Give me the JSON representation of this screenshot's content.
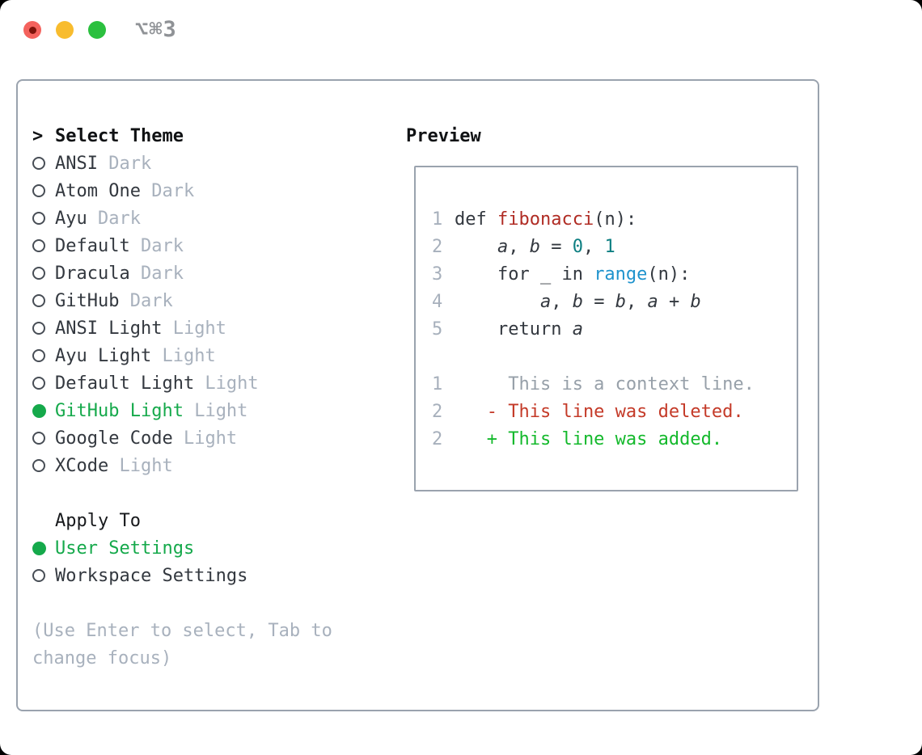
{
  "window": {
    "title": "⌥⌘3"
  },
  "traffic_lights": [
    {
      "name": "close",
      "color": "#f4625d",
      "has_dot": true
    },
    {
      "name": "minimize",
      "color": "#f8bc2e",
      "has_dot": false
    },
    {
      "name": "zoom",
      "color": "#2bc03f",
      "has_dot": false
    }
  ],
  "theme_picker": {
    "marker": ">",
    "header": "Select Theme",
    "items": [
      {
        "name": "ANSI",
        "variant": "Dark",
        "selected": false
      },
      {
        "name": "Atom One",
        "variant": "Dark",
        "selected": false
      },
      {
        "name": "Ayu",
        "variant": "Dark",
        "selected": false
      },
      {
        "name": "Default",
        "variant": "Dark",
        "selected": false
      },
      {
        "name": "Dracula",
        "variant": "Dark",
        "selected": false
      },
      {
        "name": "GitHub",
        "variant": "Dark",
        "selected": false
      },
      {
        "name": "ANSI Light",
        "variant": "Light",
        "selected": false
      },
      {
        "name": "Ayu Light",
        "variant": "Light",
        "selected": false
      },
      {
        "name": "Default Light",
        "variant": "Light",
        "selected": false
      },
      {
        "name": "GitHub Light",
        "variant": "Light",
        "selected": true
      },
      {
        "name": "Google Code",
        "variant": "Light",
        "selected": false
      },
      {
        "name": "XCode",
        "variant": "Light",
        "selected": false
      }
    ]
  },
  "apply_to": {
    "header": "Apply To",
    "options": [
      {
        "label": "User Settings",
        "selected": true
      },
      {
        "label": "Workspace Settings",
        "selected": false
      }
    ]
  },
  "hint_lines": [
    "(Use Enter to select, Tab to",
    "change focus)"
  ],
  "preview": {
    "header": "Preview",
    "code_lines": [
      {
        "num": "1",
        "tokens": [
          {
            "text": "def ",
            "style": "plain"
          },
          {
            "text": "fibonacci",
            "style": "fname"
          },
          {
            "text": "(n):",
            "style": "plain"
          }
        ]
      },
      {
        "num": "2",
        "tokens": [
          {
            "text": "    ",
            "style": "plain"
          },
          {
            "text": "a",
            "style": "var"
          },
          {
            "text": ", ",
            "style": "plain"
          },
          {
            "text": "b",
            "style": "var"
          },
          {
            "text": " = ",
            "style": "plain"
          },
          {
            "text": "0",
            "style": "number"
          },
          {
            "text": ", ",
            "style": "plain"
          },
          {
            "text": "1",
            "style": "number"
          }
        ]
      },
      {
        "num": "3",
        "tokens": [
          {
            "text": "    for _ in ",
            "style": "plain"
          },
          {
            "text": "range",
            "style": "builtin"
          },
          {
            "text": "(n):",
            "style": "plain"
          }
        ]
      },
      {
        "num": "4",
        "tokens": [
          {
            "text": "        ",
            "style": "plain"
          },
          {
            "text": "a",
            "style": "var"
          },
          {
            "text": ", ",
            "style": "plain"
          },
          {
            "text": "b",
            "style": "var"
          },
          {
            "text": " = ",
            "style": "plain"
          },
          {
            "text": "b",
            "style": "var"
          },
          {
            "text": ", ",
            "style": "plain"
          },
          {
            "text": "a",
            "style": "var"
          },
          {
            "text": " + ",
            "style": "plain"
          },
          {
            "text": "b",
            "style": "var"
          }
        ]
      },
      {
        "num": "5",
        "tokens": [
          {
            "text": "    return ",
            "style": "plain"
          },
          {
            "text": "a",
            "style": "var"
          }
        ]
      }
    ],
    "diff_lines": [
      {
        "num": "1",
        "kind": "context",
        "text": "     This is a context line."
      },
      {
        "num": "2",
        "kind": "deleted",
        "text": "   - This line was deleted."
      },
      {
        "num": "2",
        "kind": "added",
        "text": "   + This line was added."
      }
    ]
  },
  "colors": {
    "selection_green": "#15a94b",
    "added_green": "#14b92c",
    "deleted_red": "#c43a28",
    "function_red": "#b02c24",
    "number_teal": "#0e7f82",
    "builtin_blue": "#1f93cd",
    "muted_gray": "#a8b1bd",
    "context_gray": "#97a0a9",
    "text_dark": "#33383f",
    "border_gray": "#9aa3ae"
  }
}
